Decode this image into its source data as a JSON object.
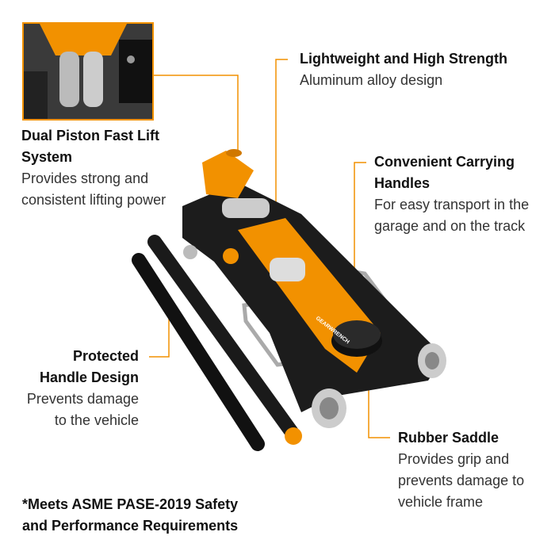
{
  "accent_color": "#f29100",
  "product_label": "GEARWRENCH",
  "callouts": {
    "dual_piston": {
      "title_1": "Dual Piston Fast Lift",
      "title_2": "System",
      "desc_1": "Provides strong and",
      "desc_2": "consistent lifting power"
    },
    "lightweight": {
      "title": "Lightweight and High Strength",
      "desc": "Aluminum alloy design"
    },
    "carrying": {
      "title_1": "Convenient Carrying",
      "title_2": "Handles",
      "desc_1": "For easy transport in the",
      "desc_2": "garage and on the track"
    },
    "protected": {
      "title_1": "Protected",
      "title_2": "Handle Design",
      "desc_1": "Prevents damage",
      "desc_2": "to the vehicle"
    },
    "saddle": {
      "title": "Rubber Saddle",
      "desc_1": "Provides grip and",
      "desc_2": "prevents damage to",
      "desc_3": "vehicle frame"
    }
  },
  "footnote": {
    "line_1": "*Meets ASME PASE-2019 Safety",
    "line_2": "and Performance Requirements"
  }
}
